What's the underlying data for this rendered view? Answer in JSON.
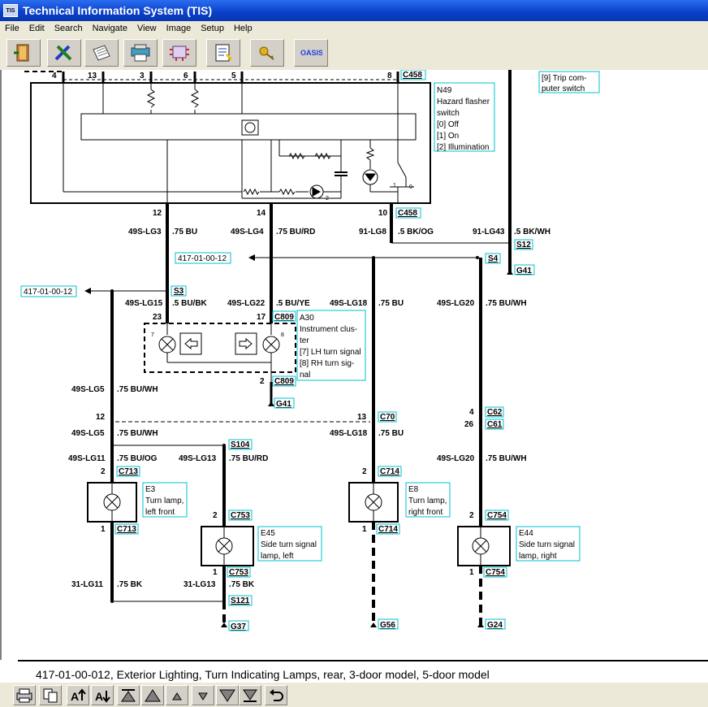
{
  "window": {
    "title": "Technical Information System (TIS)",
    "app_icon_text": "TIS"
  },
  "menu": [
    "File",
    "Edit",
    "Search",
    "Navigate",
    "View",
    "Image",
    "Setup",
    "Help"
  ],
  "toolbar_button_icons": [
    "exit-door-icon",
    "tools-icon",
    "document-icon",
    "printer-icon",
    "wiring-icon",
    "notepad-icon",
    "key-icon",
    "oasis-icon"
  ],
  "toolbar_oasis_label": "OASIS",
  "diagram": {
    "top_pins": [
      "4",
      "13",
      "3",
      "6",
      "5",
      "8"
    ],
    "c458": "C458",
    "n49": {
      "name": "N49",
      "lines": [
        "Hazard flasher",
        "switch",
        "[0] Off",
        "[1] On",
        "[2] Illumination"
      ],
      "switch_marks": [
        "2",
        "1",
        "0"
      ]
    },
    "trip_note": {
      "lines": [
        "[9] Trip com-",
        "puter switch"
      ]
    },
    "pins_below_n49": [
      "12",
      "14",
      "10"
    ],
    "wires": {
      "lg3": "49S-LG3",
      "lg3_spec": ".75 BU",
      "lg4": "49S-LG4",
      "lg4_spec": ".75 BU/RD",
      "lg8": "91-LG8",
      "lg8_spec": ".5 BK/OG",
      "lg43": "91-LG43",
      "lg43_spec": ".5 BK/WH",
      "lg15": "49S-LG15",
      "lg15_spec": ".5 BU/BK",
      "lg22": "49S-LG22",
      "lg22_spec": ".5 BU/YE",
      "lg18": "49S-LG18",
      "lg18_spec": ".75 BU",
      "lg20": "49S-LG20",
      "lg20_spec": ".75 BU/WH",
      "lg5": "49S-LG5",
      "lg5_spec": ".75 BU/WH",
      "lg11": "49S-LG11",
      "lg11_spec": ".75 BU/OG",
      "lg13": "49S-LG13",
      "lg13_spec": ".75 BU/RD",
      "lg11_gnd": "31-LG11",
      "lg11_gnd_spec": ".75 BK",
      "lg13_gnd": "31-LG13",
      "lg13_gnd_spec": ".75 BK"
    },
    "refs": {
      "ref_a": "417-01-00-12",
      "ref_b": "417-01-00-12"
    },
    "splices": {
      "s12": "S12",
      "s4": "S4",
      "s3": "S3",
      "s104": "S104",
      "s121": "S121"
    },
    "grounds": {
      "g41a": "G41",
      "g41b": "G41",
      "g37": "G37",
      "g56": "G56",
      "g24": "G24"
    },
    "a30": {
      "lines": [
        "A30",
        "Instrument clus-",
        "ter",
        "[7] LH turn signal",
        "[8] RH turn sig-",
        "nal"
      ],
      "pins": [
        "23",
        "17",
        "2"
      ],
      "connector": "C809",
      "marks": [
        "7",
        "8"
      ]
    },
    "connectors": {
      "c70": "C70",
      "c70_pin": "13",
      "c62": "C62",
      "c62_pin": "4",
      "c61": "C61",
      "c61_pin": "26",
      "pin12": "12",
      "c713": "C713",
      "c714": "C714",
      "c753": "C753",
      "c754": "C754"
    },
    "lamp_pins": {
      "top": "2",
      "bottom": "1"
    },
    "e3": {
      "lines": [
        "E3",
        "Turn lamp,",
        "left front"
      ]
    },
    "e8": {
      "lines": [
        "E8",
        "Turn lamp,",
        "right front"
      ]
    },
    "e45": {
      "lines": [
        "E45",
        "Side turn signal",
        "lamp, left"
      ]
    },
    "e44": {
      "lines": [
        "E44",
        "Side turn signal",
        "lamp, right"
      ]
    }
  },
  "caption": "417-01-00-012, Exterior Lighting, Turn Indicating Lamps, rear, 3-door model, 5-door model",
  "bottom_buttons": [
    "print-icon",
    "copy-icon",
    "zoom-in-text-icon",
    "zoom-out-text-icon",
    "first-page-icon",
    "page-up-icon",
    "line-up-icon",
    "line-down-icon",
    "page-down-icon",
    "last-page-icon",
    "back-icon"
  ]
}
